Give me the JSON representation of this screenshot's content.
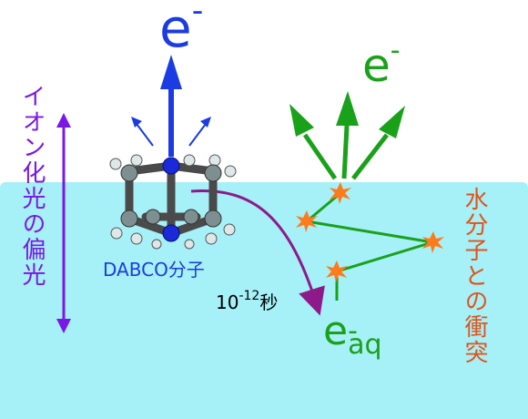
{
  "labels": {
    "ionization": "イオン化光の偏光",
    "collision": "水分子との衝突",
    "dabco": "DABCO分子",
    "electron_base": "e",
    "electron_sup": "-",
    "time_base": "10",
    "time_exp": "-12",
    "time_unit": "秒",
    "aq_sub": "aq"
  },
  "colors": {
    "water": "#a6f0f8",
    "blue": "#1b3be3",
    "green": "#1aa11a",
    "purple": "#7a18e6",
    "orange": "#e0541a"
  }
}
